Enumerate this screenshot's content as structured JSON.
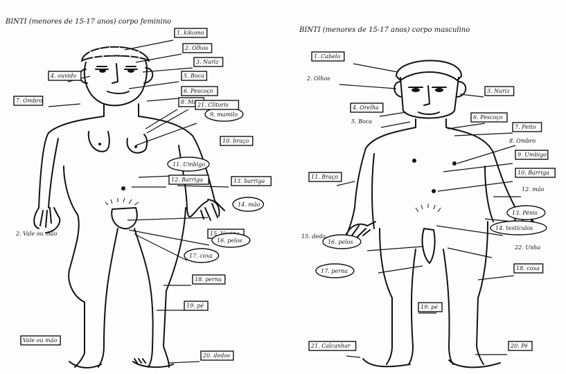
{
  "female": {
    "title": "BINTI (menores de 15-17 anos) corpo feminino",
    "labels": [
      {
        "num": "1",
        "text": "kikomo"
      },
      {
        "num": "2",
        "text": "Olhos"
      },
      {
        "num": "3",
        "text": "Nariz"
      },
      {
        "num": "4",
        "text": "ouvido"
      },
      {
        "num": "5",
        "text": "Boca"
      },
      {
        "num": "6",
        "text": "Pescoço"
      },
      {
        "num": "7",
        "text": "Ombro"
      },
      {
        "num": "8",
        "text": "Mama"
      },
      {
        "num": "9",
        "text": "mamilo"
      },
      {
        "num": "10",
        "text": "braço"
      },
      {
        "num": "11",
        "text": "Umbigo"
      },
      {
        "num": "12",
        "text": "Barriga"
      },
      {
        "num": "13",
        "text": "barriga"
      },
      {
        "num": "14",
        "text": "mão"
      },
      {
        "num": "15",
        "text": "Vagina"
      },
      {
        "num": "16",
        "text": "pelos"
      },
      {
        "num": "17",
        "text": "coxa"
      },
      {
        "num": "18",
        "text": "perna"
      },
      {
        "num": "19",
        "text": "pé"
      },
      {
        "num": "20",
        "text": "dedos"
      },
      {
        "num": "21",
        "text": "Clitoris"
      },
      {
        "num": "2",
        "text": "Vale ou mão"
      },
      {
        "num": "",
        "text": "Vale ou mão"
      }
    ]
  },
  "male": {
    "title": "BINTI (menores de 15-17 anos) corpo masculino",
    "labels": [
      {
        "num": "1",
        "text": "Cabelo"
      },
      {
        "num": "2",
        "text": "Olhos"
      },
      {
        "num": "3",
        "text": "Nariz"
      },
      {
        "num": "4",
        "text": "Orelha"
      },
      {
        "num": "5",
        "text": "Boca"
      },
      {
        "num": "6",
        "text": "Pescoço"
      },
      {
        "num": "7",
        "text": "Peito"
      },
      {
        "num": "8",
        "text": "Ombro"
      },
      {
        "num": "9",
        "text": "Umbigo"
      },
      {
        "num": "10",
        "text": "Barriga"
      },
      {
        "num": "11",
        "text": "Braço"
      },
      {
        "num": "12",
        "text": "mão"
      },
      {
        "num": "13",
        "text": "Pénis"
      },
      {
        "num": "14",
        "text": "testículos"
      },
      {
        "num": "15",
        "text": "dedo"
      },
      {
        "num": "16",
        "text": "pelos"
      },
      {
        "num": "17",
        "text": "perna"
      },
      {
        "num": "18",
        "text": "coxa"
      },
      {
        "num": "19",
        "text": "pé"
      },
      {
        "num": "20",
        "text": "Pé"
      },
      {
        "num": "21",
        "text": "Calcanhar"
      },
      {
        "num": "22",
        "text": "Unha"
      }
    ]
  }
}
